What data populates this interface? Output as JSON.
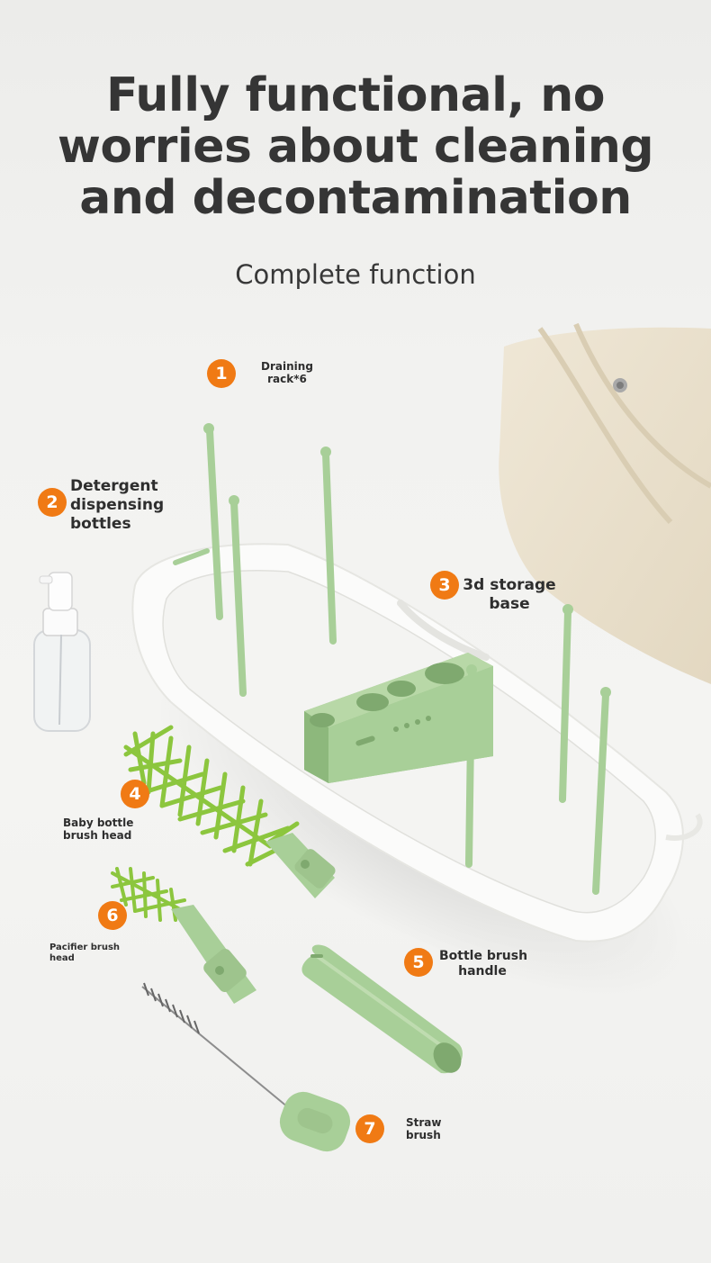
{
  "headline": {
    "line1": "Fully functional, no",
    "line2": "worries about cleaning",
    "line3": "and decontamination"
  },
  "subtitle": "Complete function",
  "callouts": [
    {
      "number": "1",
      "lines": [
        "Draining",
        "rack*6"
      ]
    },
    {
      "number": "2",
      "lines": [
        "Detergent",
        "dispensing",
        "bottles"
      ]
    },
    {
      "number": "3",
      "lines": [
        "3d storage",
        "base"
      ]
    },
    {
      "number": "4",
      "lines": [
        "Baby bottle",
        "brush head"
      ]
    },
    {
      "number": "5",
      "lines": [
        "Bottle brush",
        "handle"
      ]
    },
    {
      "number": "6",
      "lines": [
        "Pacifier brush",
        "head"
      ]
    },
    {
      "number": "7",
      "lines": [
        "Straw",
        "brush"
      ]
    }
  ],
  "colors": {
    "accent": "#f07a14",
    "product_green": "#a8cf98",
    "brush_green": "#8cc63e",
    "text": "#353535"
  }
}
